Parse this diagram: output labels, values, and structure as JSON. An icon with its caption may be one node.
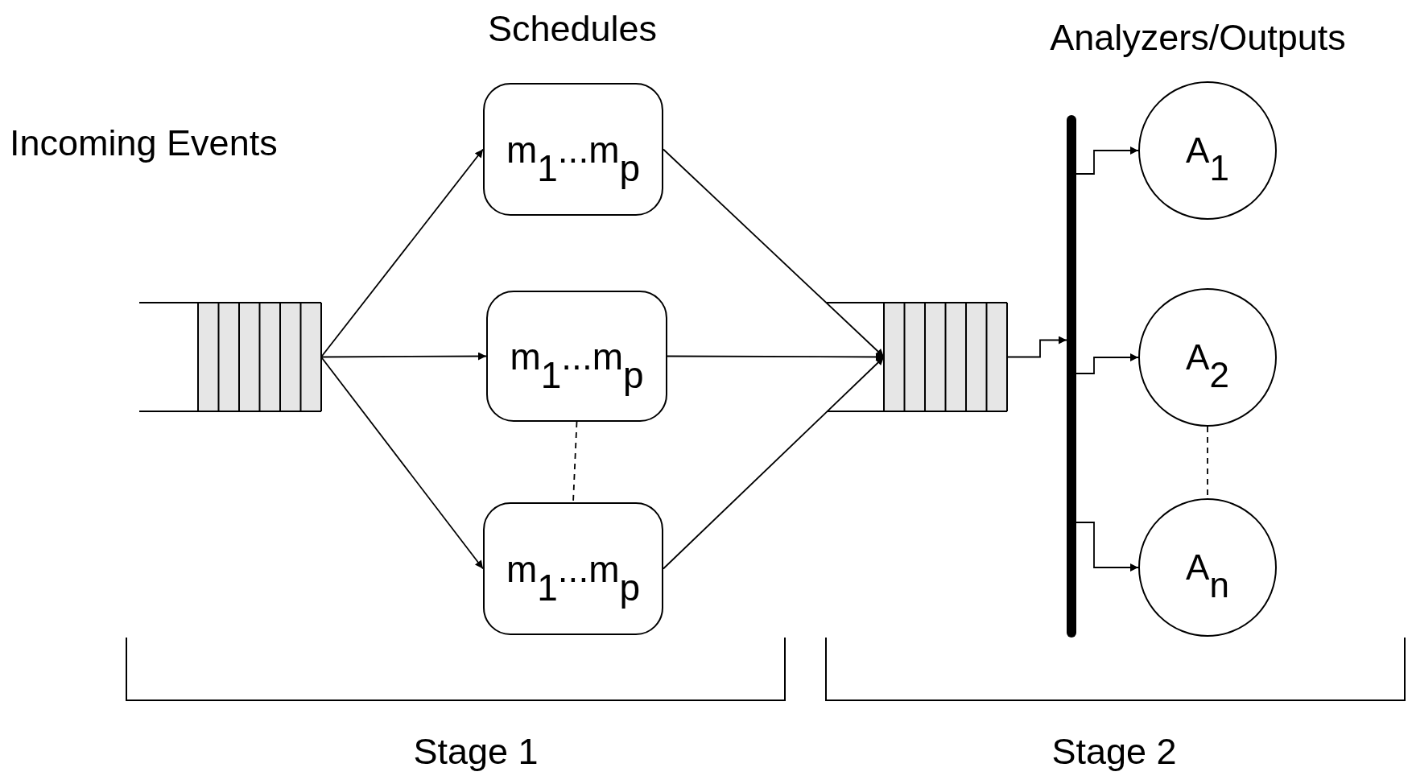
{
  "diagram": {
    "nodes": [
      {
        "text": [],
        "shape": "box",
        "beside": [
          "Incoming Events"
        ]
      },
      {
        "text": [
          "m$_{1}$...m$_{p}$"
        ]
      },
      {
        "text": [
          "m$_{1}$...m$_{p}$"
        ]
      },
      {
        "text": [
          "m$_{1}$...m$_{p}$"
        ]
      },
      {
        "text": [],
        "shape": "box"
      },
      {
        "text": [],
        "shape": "bar"
      },
      {
        "text": [
          "A$_{1}$"
        ]
      },
      {
        "text": [
          "A$_{2}$"
        ]
      },
      {
        "text": [
          "A$_{n}$"
        ]
      }
    ],
    "edges": [
      {
        "from": 0,
        "to": 1,
        "arrow": "to"
      },
      {
        "from": 0,
        "to": 2,
        "arrow": "to"
      },
      {
        "from": 0,
        "to": 3,
        "arrow": "to"
      },
      {
        "from": 1,
        "to": 4,
        "arrow": "to"
      },
      {
        "from": 2,
        "to": 4,
        "arrow": "to"
      },
      {
        "from": 3,
        "to": 4,
        "arrow": "to"
      },
      {
        "from": 2,
        "to": 3,
        "arrow": "none",
        "style": "dashed"
      },
      {
        "from": 4,
        "to": 5,
        "arrow": "to"
      },
      {
        "from": 5,
        "to": 6,
        "arrow": "to"
      },
      {
        "from": 5,
        "to": 7,
        "arrow": "to"
      },
      {
        "from": 5,
        "to": 8,
        "arrow": "to"
      },
      {
        "from": 7,
        "to": 8,
        "arrow": "none",
        "style": "dashed"
      }
    ],
    "labels": [
      "Schedules",
      "Analyzers/Outputs",
      "Stage 1",
      "Stage 2"
    ]
  }
}
